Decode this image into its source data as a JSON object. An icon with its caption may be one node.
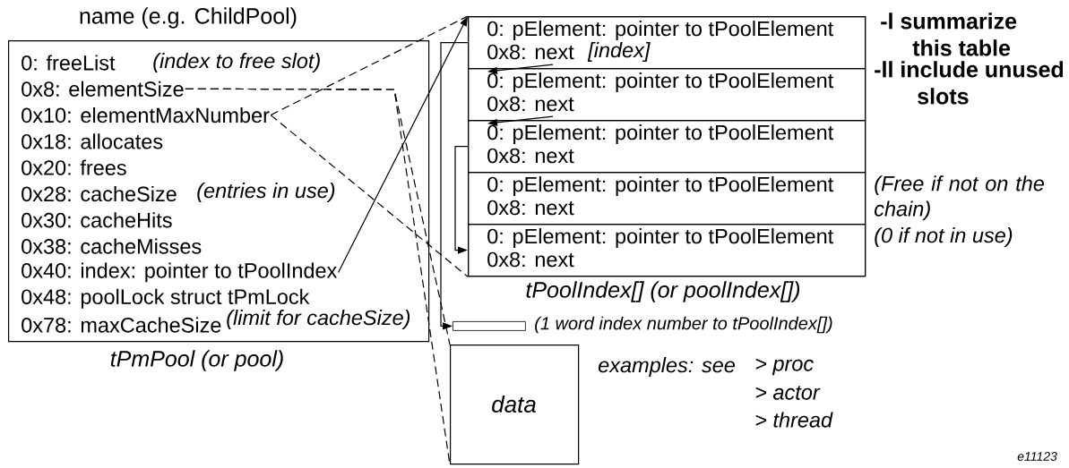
{
  "diagram": {
    "nodes": [
      {
        "text": [
          "name (e.g. ChildPool)"
        ],
        "beside": [
          "tPmPool (or pool)"
        ]
      },
      {
        "text": [
          "0: freeList"
        ],
        "in": 0
      },
      {
        "text": [
          "0x8: elementSize"
        ],
        "in": 0
      },
      {
        "text": [
          "0x10: elementMaxNumber"
        ],
        "in": 0
      },
      {
        "text": [
          "0x18: allocates"
        ],
        "in": 0
      },
      {
        "text": [
          "0x20: frees"
        ],
        "in": 0
      },
      {
        "text": [
          "0x28: cacheSize"
        ],
        "in": 0,
        "beside": [
          "(entries in use)"
        ]
      },
      {
        "text": [
          "0x30: cacheHits"
        ],
        "in": 0
      },
      {
        "text": [
          "0x38: cacheMisses"
        ],
        "in": 0
      },
      {
        "text": [
          "0x40: index: pointer to tPoolIndex"
        ],
        "in": 0
      },
      {
        "text": [
          "0x48: poolLock struct tPmLock"
        ],
        "in": 0
      },
      {
        "text": [
          "0x78: maxCacheSize"
        ],
        "in": 0
      },
      {
        "text": [],
        "shape": "box",
        "beside": [
          "tPoolIndex[] (or poolIndex[])"
        ]
      },
      {
        "text": [
          "0: pElement: pointer to tPoolElement",
          "0x8: next",
          "[index]"
        ],
        "in": 12
      },
      {
        "text": [
          "0: pElement: pointer to tPoolElement",
          "0x8: next"
        ],
        "in": 12
      },
      {
        "text": [
          "0: pElement: pointer to tPoolElement",
          "0x8: next"
        ],
        "in": 12
      },
      {
        "text": [
          "0: pElement: pointer to tPoolElement",
          "0x8: next"
        ],
        "in": 12
      },
      {
        "text": [
          "0: pElement: pointer to tPoolElement",
          "0x8: next"
        ],
        "in": 12
      },
      {
        "text": [],
        "shape": "box",
        "beside": [
          "(1 word index number to tPoolIndex[])"
        ]
      },
      {
        "text": [
          "data"
        ]
      }
    ],
    "edges": [
      {
        "from": 3,
        "to": 12,
        "arrow": "none",
        "style": "dashed"
      },
      {
        "from": 3,
        "to": 12,
        "arrow": "none",
        "style": "dashed"
      },
      {
        "from": 2,
        "to": 19,
        "arrow": "none",
        "style": "dashed"
      },
      {
        "from": 2,
        "to": 19,
        "arrow": "none",
        "style": "dashed"
      },
      {
        "from": 9,
        "to": 12,
        "arrow": "to"
      },
      {
        "from": 13,
        "to": 14,
        "arrow": "to"
      },
      {
        "from": 14,
        "to": 15,
        "arrow": "to"
      },
      {
        "from": 15,
        "to": 17,
        "arrow": "to"
      },
      {
        "from": 13,
        "to": 18,
        "arrow": "to"
      }
    ],
    "labels": [
      "(index to free slot)",
      "-l summarize this table",
      "-ll include unused slots",
      "(Free if not on the chain)",
      "(0 if not in use)",
      "(limit for cacheSize)",
      "examples: see",
      "> proc",
      "> actor",
      "> thread",
      "e11123"
    ]
  }
}
